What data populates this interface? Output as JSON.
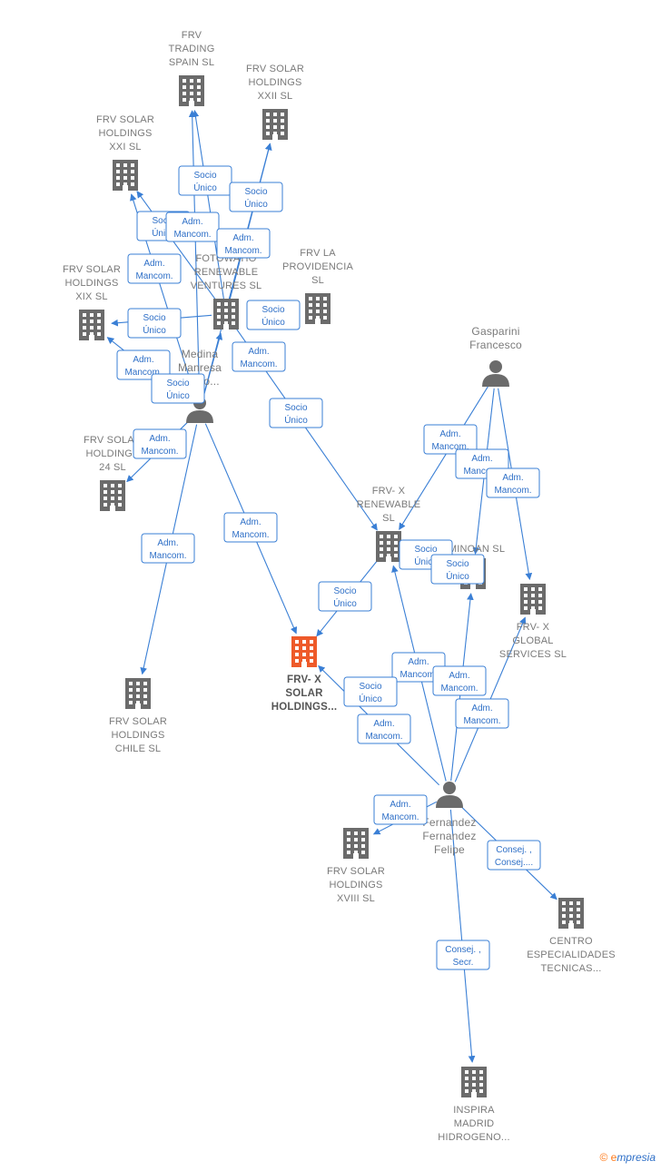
{
  "brand": {
    "copyright": "©",
    "name": "mpresia",
    "initial": "e"
  },
  "nodes": [
    {
      "id": "trading",
      "kind": "company",
      "lines": [
        "FRV",
        "TRADING",
        "SPAIN  SL"
      ]
    },
    {
      "id": "xxii",
      "kind": "company",
      "lines": [
        "FRV SOLAR",
        "HOLDINGS",
        "XXII  SL"
      ]
    },
    {
      "id": "xxi",
      "kind": "company",
      "lines": [
        "FRV SOLAR",
        "HOLDINGS",
        "XXI  SL"
      ]
    },
    {
      "id": "fotowatio",
      "kind": "company",
      "lines": [
        "FOTOWATIO",
        "RENEWABLE",
        "VENTURES  SL"
      ]
    },
    {
      "id": "providencia",
      "kind": "company",
      "lines": [
        "FRV LA",
        "PROVIDENCIA",
        "SL"
      ]
    },
    {
      "id": "xix",
      "kind": "company",
      "lines": [
        "FRV SOLAR",
        "HOLDINGS",
        "XIX  SL"
      ]
    },
    {
      "id": "medina",
      "kind": "person",
      "lines": [
        "Medina",
        "Manresa",
        "Pedro..."
      ]
    },
    {
      "id": "h24",
      "kind": "company",
      "lines": [
        "FRV SOLAR",
        "HOLDINGS",
        "24  SL"
      ]
    },
    {
      "id": "gasparini",
      "kind": "person",
      "lines": [
        "Gasparini",
        "Francesco"
      ]
    },
    {
      "id": "renewable",
      "kind": "company",
      "lines": [
        "FRV- X",
        "RENEWABLE",
        "SL"
      ]
    },
    {
      "id": "minoan",
      "kind": "company",
      "lines": [
        "MINOAN  SL"
      ]
    },
    {
      "id": "global",
      "kind": "company",
      "lines": [
        "FRV- X",
        "GLOBAL",
        "SERVICES  SL"
      ]
    },
    {
      "id": "main",
      "kind": "company-main",
      "lines": [
        "FRV- X",
        "SOLAR",
        "HOLDINGS..."
      ]
    },
    {
      "id": "chile",
      "kind": "company",
      "lines": [
        "FRV SOLAR",
        "HOLDINGS",
        "CHILE  SL"
      ]
    },
    {
      "id": "fernandez",
      "kind": "person",
      "lines": [
        "Fernandez",
        "Fernandez",
        "Felipe"
      ]
    },
    {
      "id": "xviii",
      "kind": "company",
      "lines": [
        "FRV SOLAR",
        "HOLDINGS",
        "XVIII  SL"
      ]
    },
    {
      "id": "centro",
      "kind": "company",
      "lines": [
        "CENTRO",
        "ESPECIALIDADES",
        "TECNICAS..."
      ]
    },
    {
      "id": "inspira",
      "kind": "company",
      "lines": [
        "INSPIRA",
        "MADRID",
        "HIDROGENO..."
      ]
    }
  ],
  "badges": [
    {
      "lines": [
        "Socio",
        "Único"
      ]
    },
    {
      "lines": [
        "Socio",
        "Único"
      ]
    },
    {
      "lines": [
        "Socio",
        "Único"
      ]
    },
    {
      "lines": [
        "Adm.",
        "Mancom."
      ]
    },
    {
      "lines": [
        "Adm.",
        "Mancom."
      ]
    },
    {
      "lines": [
        "Adm.",
        "Mancom."
      ]
    },
    {
      "lines": [
        "Socio",
        "Único"
      ]
    },
    {
      "lines": [
        "Socio",
        "Único"
      ]
    },
    {
      "lines": [
        "Adm.",
        "Mancom."
      ]
    },
    {
      "lines": [
        "Adm.",
        "Mancom."
      ]
    },
    {
      "lines": [
        "Socio",
        "Único"
      ]
    },
    {
      "lines": [
        "Socio",
        "Único"
      ]
    },
    {
      "lines": [
        "Adm.",
        "Mancom."
      ]
    },
    {
      "lines": [
        "Adm.",
        "Mancom."
      ]
    },
    {
      "lines": [
        "Adm.",
        "Mancom."
      ]
    },
    {
      "lines": [
        "Adm.",
        "Mancom."
      ]
    },
    {
      "lines": [
        "Adm.",
        "Mancom."
      ]
    },
    {
      "lines": [
        "Adm.",
        "Mancom."
      ]
    },
    {
      "lines": [
        "Socio",
        "Único"
      ]
    },
    {
      "lines": [
        "Socio",
        "Único"
      ]
    },
    {
      "lines": [
        "Socio",
        "Único"
      ]
    },
    {
      "lines": [
        "Adm.",
        "Mancom."
      ]
    },
    {
      "lines": [
        "Adm.",
        "Mancom."
      ]
    },
    {
      "lines": [
        "Socio",
        "Único"
      ]
    },
    {
      "lines": [
        "Adm.",
        "Mancom."
      ]
    },
    {
      "lines": [
        "Adm.",
        "Mancom."
      ]
    },
    {
      "lines": [
        "Adm.",
        "Mancom."
      ]
    },
    {
      "lines": [
        "Consej. ,",
        "Consej...."
      ]
    },
    {
      "lines": [
        "Consej. ,",
        "Secr."
      ]
    }
  ]
}
